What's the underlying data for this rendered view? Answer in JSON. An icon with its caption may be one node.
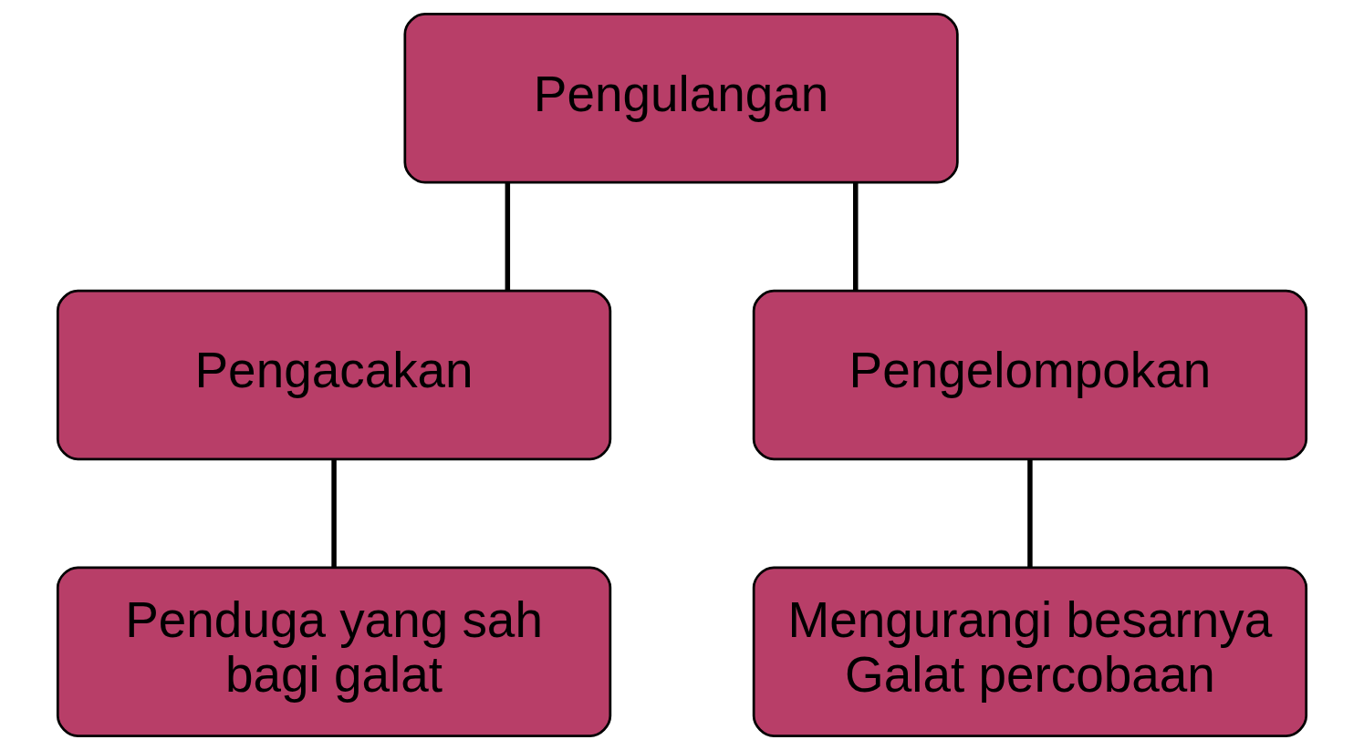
{
  "diagram": {
    "nodes": [
      {
        "text": [
          "Pengulangan"
        ]
      },
      {
        "text": [
          "Pengacakan"
        ]
      },
      {
        "text": [
          "Pengelompokan"
        ]
      },
      {
        "text": [
          "Penduga yang sah bagi galat"
        ]
      },
      {
        "text": [
          "Mengurangi besarnya Galat percobaan"
        ]
      }
    ],
    "edges": [
      {
        "from": 0,
        "to": 1,
        "arrow": "none"
      },
      {
        "from": 0,
        "to": 2,
        "arrow": "none"
      },
      {
        "from": 1,
        "to": 3,
        "arrow": "none"
      },
      {
        "from": 2,
        "to": 4,
        "arrow": "none"
      }
    ]
  }
}
